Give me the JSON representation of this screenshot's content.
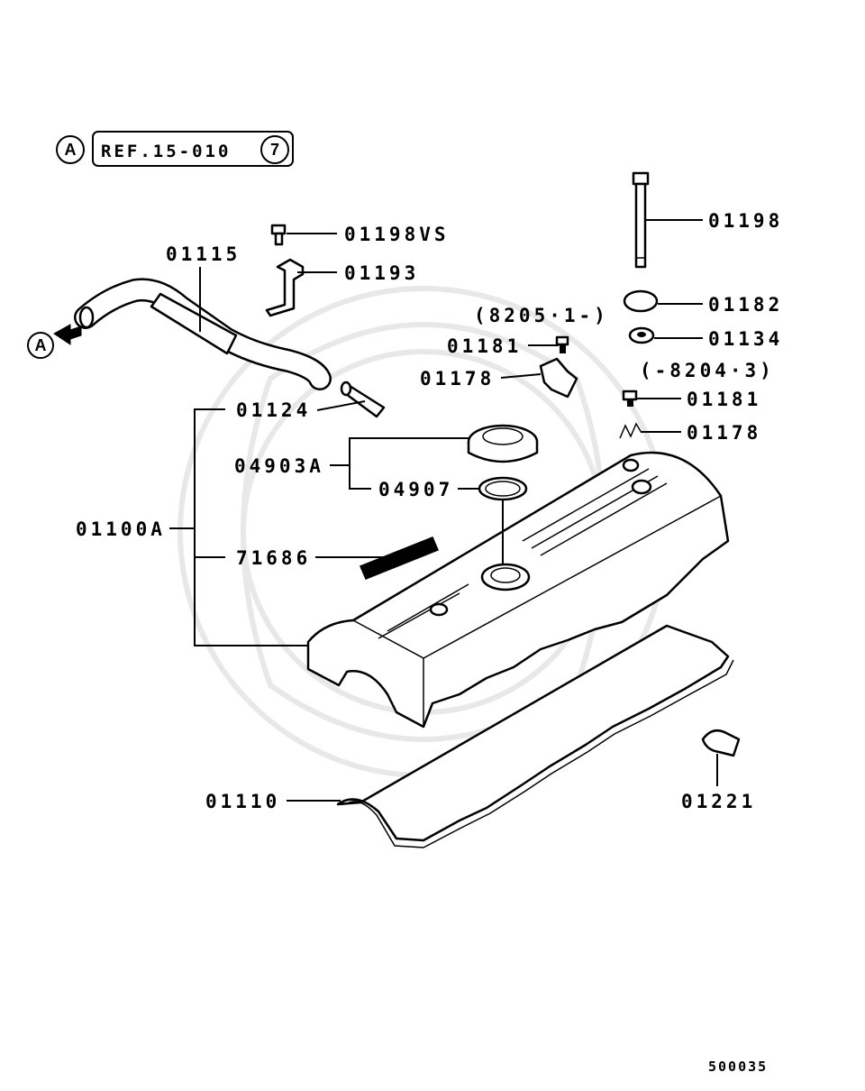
{
  "reference": {
    "circle_letter": "A",
    "ref_text": "REF.15-010",
    "ref_circle_number": "7"
  },
  "arrow_marker": {
    "letter": "A"
  },
  "labels": {
    "p01198vs": "01198VS",
    "p01193": "01193",
    "p01115": "01115",
    "p01124": "01124",
    "p01100a": "01100A",
    "p04903a": "04903A",
    "p04907": "04907",
    "p71686": "71686",
    "p01110": "01110",
    "p01198": "01198",
    "p01182": "01182",
    "p01134": "01134",
    "range_new": "(8205·1-)",
    "p01181_a": "01181",
    "p01178_a": "01178",
    "range_old": "(-8204·3)",
    "p01181_b": "01181",
    "p01178_b": "01178",
    "p01221": "01221"
  },
  "diagram_number": "500035"
}
